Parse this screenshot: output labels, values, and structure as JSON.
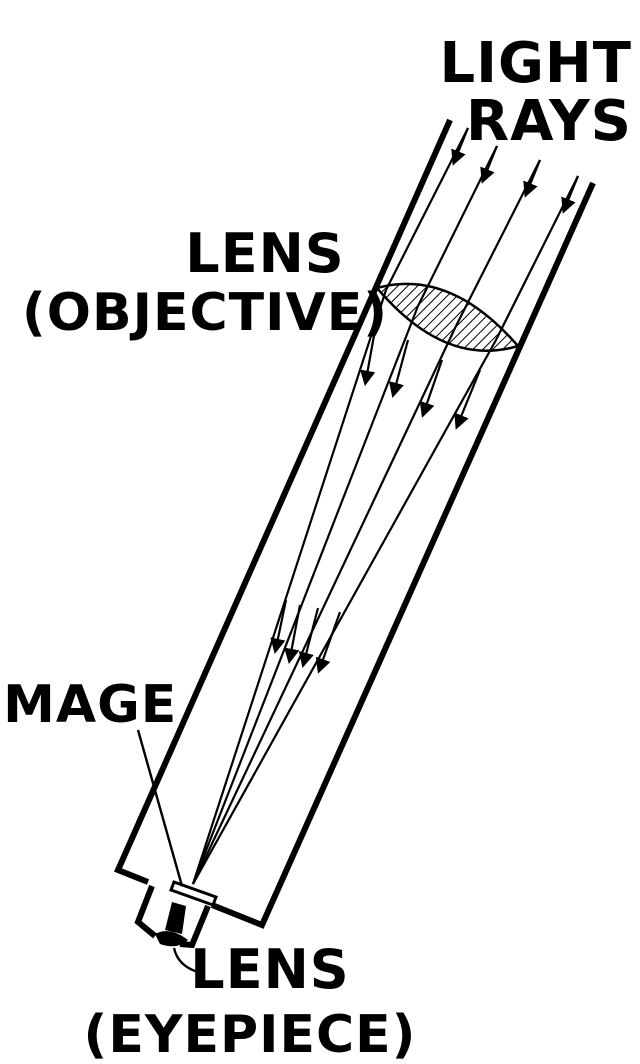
{
  "labels": {
    "light_rays_line1": "LIGHT",
    "light_rays_line2": "RAYS",
    "objective_line1": "LENS",
    "objective_line2": "(OBJECTIVE)",
    "image": "IMAGE",
    "eyepiece_line1": "LENS",
    "eyepiece_line2": "(EYEPIECE)"
  },
  "colors": {
    "ink": "#000000",
    "paper": "#ffffff"
  }
}
